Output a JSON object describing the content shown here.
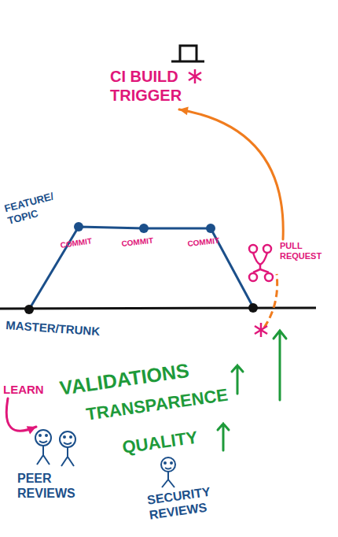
{
  "diagram": {
    "nodes": [
      {
        "text": [
          "CI BUILD TRIGGER"
        ]
      },
      {
        "text": [
          "PULL REQUEST"
        ]
      },
      {
        "text": [
          "LEARN"
        ]
      },
      {
        "text": [
          "PEER REVIEWS"
        ]
      }
    ],
    "edges": [
      {
        "from": 1,
        "to": 0,
        "arrow": "to"
      },
      {
        "from": 2,
        "to": 3,
        "arrow": "to"
      }
    ],
    "labels": [
      "FEATURE/ TOPIC",
      "COMMIT",
      "COMMIT",
      "COMMIT",
      "MASTER/TRUNK",
      "VALIDATIONS",
      "TRANSPARENCE",
      "QUALITY",
      "SECURITY REVIEWS"
    ]
  }
}
